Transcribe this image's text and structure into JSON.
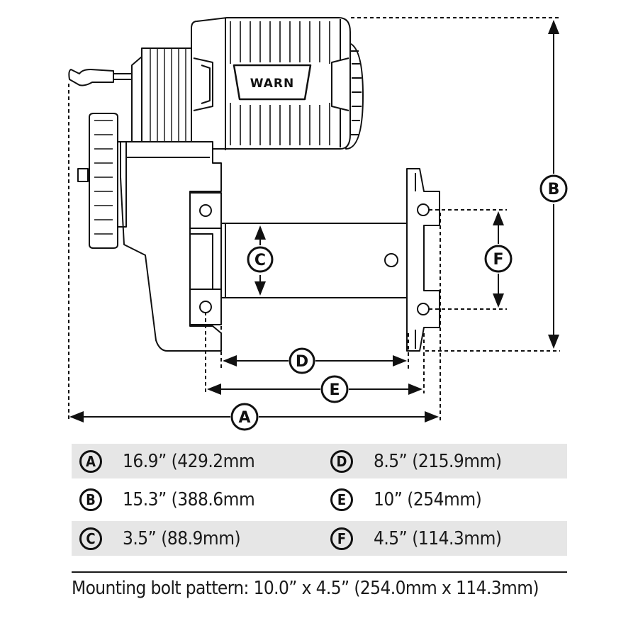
{
  "diagram": {
    "brand_logo": "WARN",
    "callouts": [
      "A",
      "B",
      "C",
      "D",
      "E",
      "F"
    ]
  },
  "specs": [
    {
      "letter": "A",
      "value": "16.9” (429.2mm"
    },
    {
      "letter": "D",
      "value": "8.5” (215.9mm)"
    },
    {
      "letter": "B",
      "value": "15.3” (388.6mm"
    },
    {
      "letter": "E",
      "value": "10” (254mm)"
    },
    {
      "letter": "C",
      "value": "3.5” (88.9mm)"
    },
    {
      "letter": "F",
      "value": "4.5” (114.3mm)"
    }
  ],
  "footnote": "Mounting bolt pattern: 10.0” x 4.5” (254.0mm x 114.3mm)"
}
